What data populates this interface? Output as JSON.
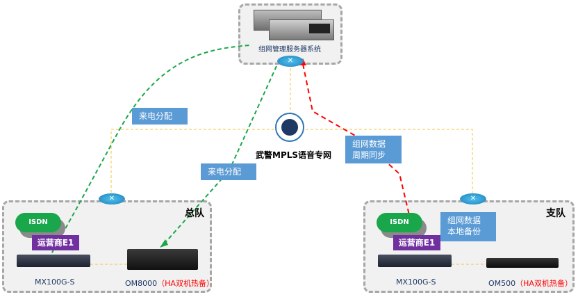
{
  "server_system": {
    "label": "组网管理服务器系统"
  },
  "core_network": {
    "label": "武警MPLS语音专网",
    "icon": "globe-icon"
  },
  "callouts": {
    "power_dist_1": "来电分配",
    "power_dist_2": "来电分配",
    "sync_line1": "组网数据",
    "sync_line2": "周期同步",
    "backup_line1": "组网数据",
    "backup_line2": "本地备份"
  },
  "hq_zone": {
    "title": "总队",
    "isdn_label": "ISDN",
    "carrier_label": "运营商E1",
    "gateway_label": "MX100G-S",
    "server_label": "OM8000",
    "server_note": "（HA双机热备）"
  },
  "branch_zone": {
    "title": "支队",
    "isdn_label": "ISDN",
    "carrier_label": "运营商E1",
    "gateway_label": "MX100G-S",
    "server_label": "OM500",
    "server_note": "（HA双机热备）"
  },
  "colors": {
    "green_link": "#1aa64a",
    "red_link": "#ff0000",
    "yellow_link": "#f5c342",
    "callout_blue": "#5b9bd5",
    "carrier_purple": "#7030a0",
    "router_blue": "#1e9bd7"
  }
}
